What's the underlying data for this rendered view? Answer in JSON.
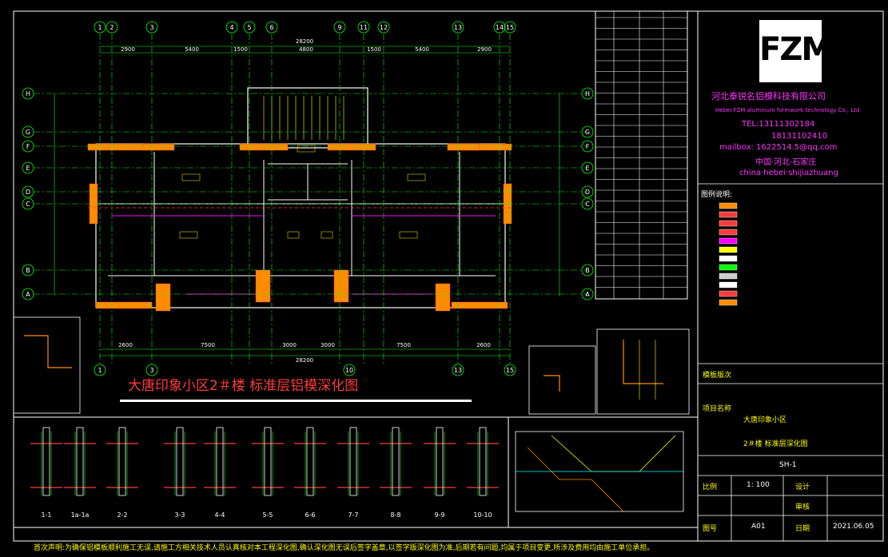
{
  "drawing": {
    "title": "大唐印象小区2＃楼 标准层铝模深化图",
    "overall_dim_top": "28200",
    "overall_dim_bottom": "28200",
    "top_dims": [
      "2900",
      "5400",
      "1500",
      "4800",
      "1500",
      "5400",
      "2900"
    ],
    "bottom_dims": [
      "2600",
      "7500",
      "3000",
      "3000",
      "7500",
      "2600"
    ],
    "top_axes": [
      "1",
      "2",
      "3",
      "4",
      "5",
      "6",
      "9",
      "11",
      "12",
      "13",
      "14",
      "15"
    ],
    "bottom_axes": [
      "1",
      "3",
      "10",
      "13",
      "15"
    ],
    "left_axes": [
      "H",
      "G",
      "F",
      "E",
      "D",
      "C",
      "B",
      "A"
    ],
    "section_labels": [
      "1-1",
      "1a-1a",
      "2-2",
      "3-3",
      "4-4",
      "5-5",
      "6-6",
      "7-7",
      "8-8",
      "9-9",
      "10-10"
    ]
  },
  "company": {
    "name_cn": "河北泰锐名铝模科技有限公司",
    "name_en": "Hebei FZM aluminum formwork technology Co., Ltd",
    "tel1": "TEL:13111302184",
    "tel2": "18131102410",
    "mail": "mailbox: 1622514.5@qq.com",
    "region_cn": "中国·河北·石家庄",
    "region_en": "china·hebei·shijiazhuang",
    "logo": "FZM"
  },
  "legend_title": "图例说明:",
  "titleblock": {
    "project_label": "项目名称",
    "project_value": "大唐印象小区",
    "drawing_name": "2＃楼 标准层深化图",
    "sheet_no": "SH-1",
    "scale_label": "比例",
    "scale_value": "1: 100",
    "design_label": "设计",
    "check_label": "审核",
    "drawing_no_label": "图号",
    "drawing_no_value": "A01",
    "date_label": "日期",
    "date_value": "2021.06.05",
    "version_label": "模板版次"
  },
  "disclaimer": "首次声明:为确保铝模板顺利施工无误,请施工方相关技术人员认真核对本工程深化图,确认深化图无误后签字盖章,以签字版深化图为准,后期若有问题,均属于项目变更,所涉及费用均由施工单位承担。",
  "colors": {
    "wall": "#ff8c00",
    "axis": "#00ff00",
    "grid": "#ff00ff",
    "text": "#ffffff",
    "red": "#ff3b3b",
    "yellow": "#ffff00",
    "cyan": "#00ffff"
  }
}
